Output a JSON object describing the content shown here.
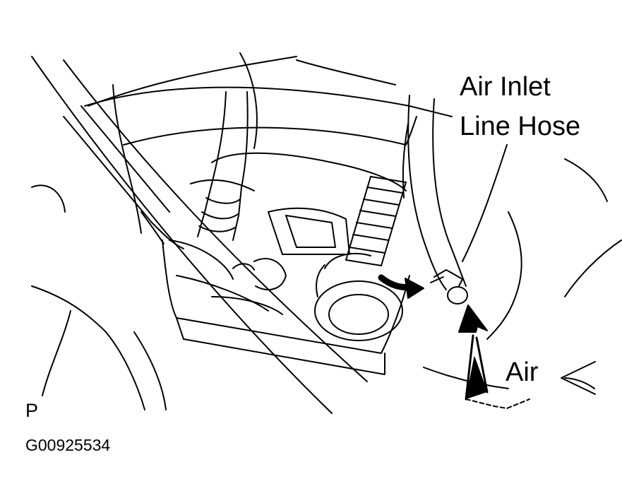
{
  "labels": {
    "hose_line1": "Air Inlet",
    "hose_line2": "Line Hose",
    "air": "Air",
    "view_marker": "P",
    "figure_id": "G00925534"
  },
  "colors": {
    "ink": "#000000",
    "paper": "#ffffff"
  }
}
